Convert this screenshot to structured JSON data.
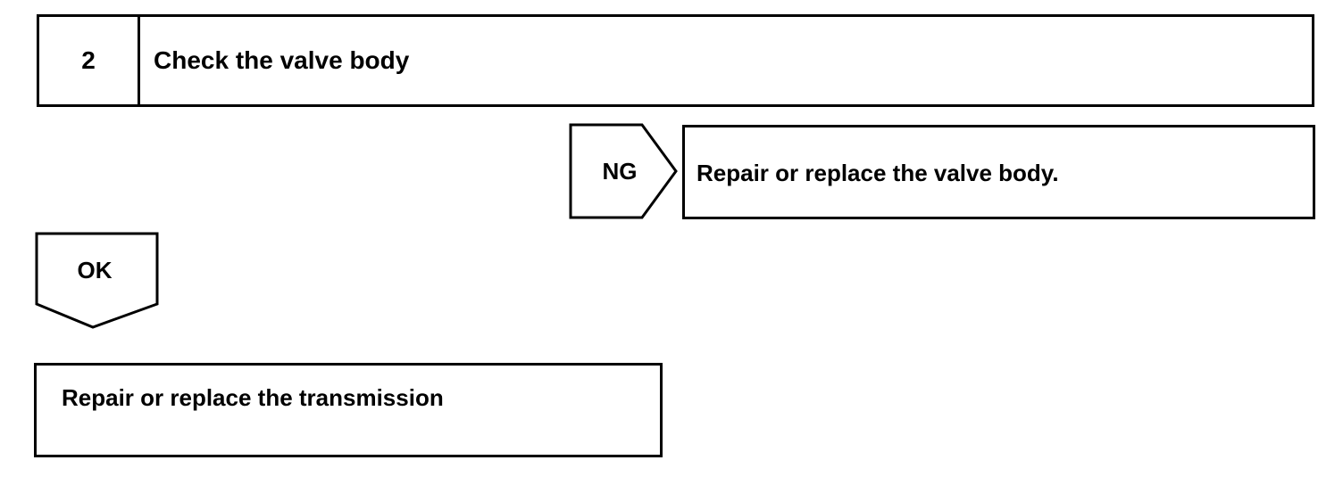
{
  "step": {
    "number": "2",
    "title": "Check the valve body"
  },
  "ng_branch": {
    "label": "NG",
    "result": "Repair or replace the valve body."
  },
  "ok_branch": {
    "label": "OK",
    "result": "Repair or replace the transmission"
  }
}
